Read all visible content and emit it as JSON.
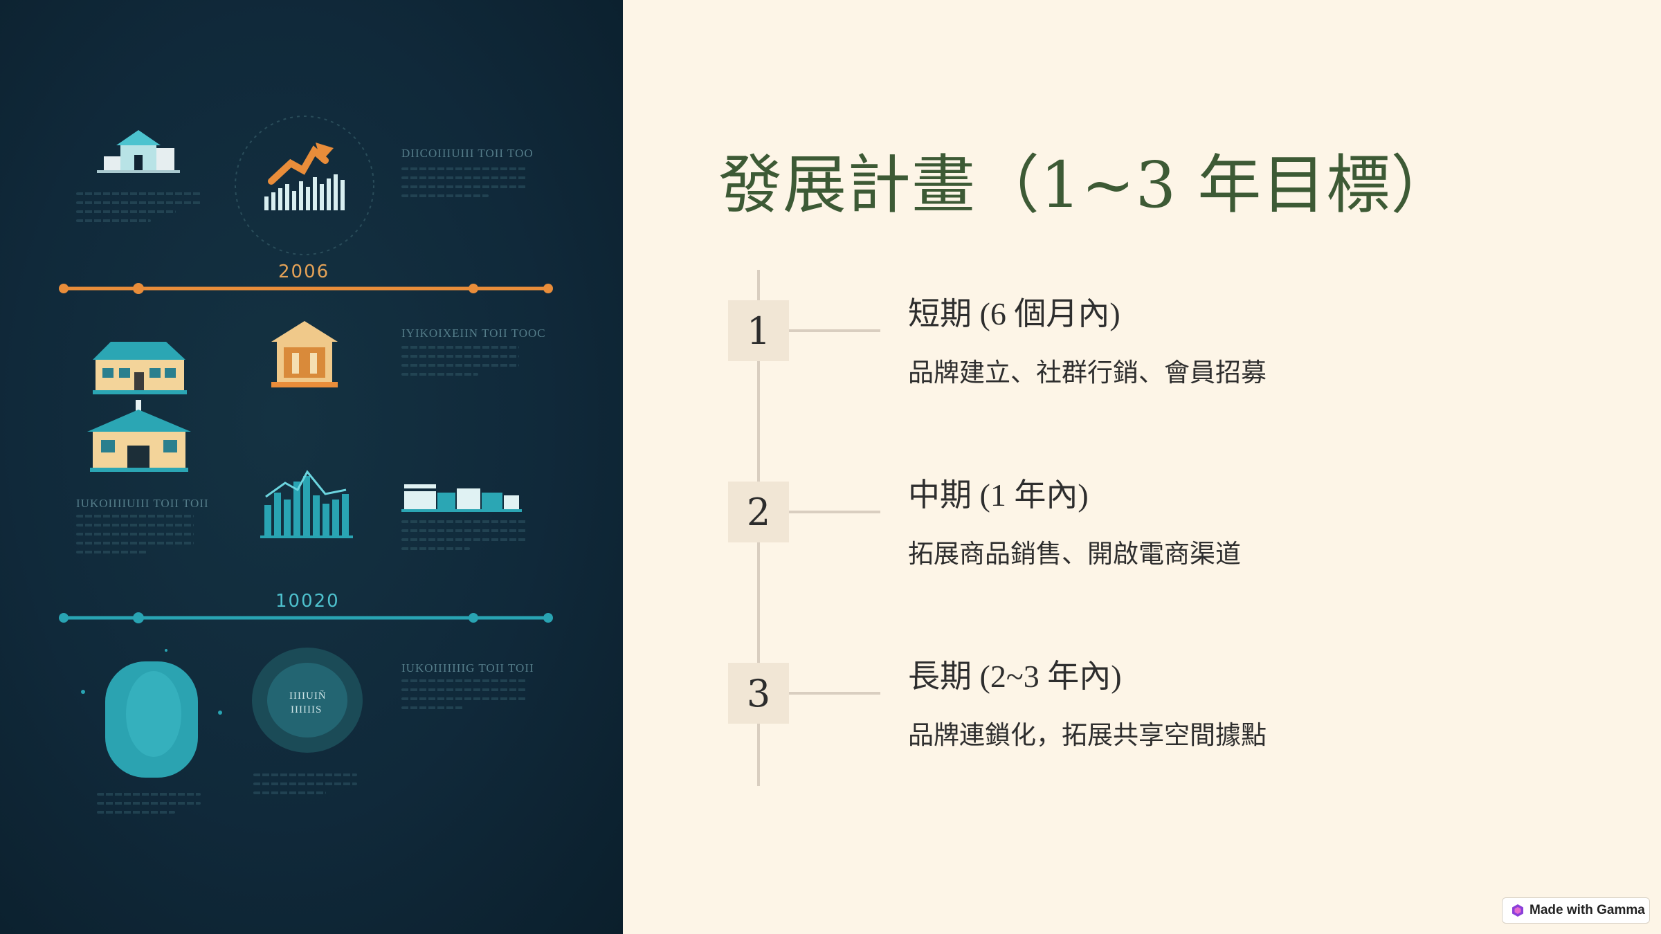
{
  "illustration": {
    "year_labels": [
      "2006",
      "10020"
    ],
    "pseudo_labels": [
      "DIICOIIIUIII TOII TOO",
      "IYIKOIXEIIN TOII TOOC",
      "IUKOIIIIUIII TOII TOII",
      "IUKOIIIIIIIG TOII TOII"
    ],
    "monitor_text": [
      "IIIIUIÑ",
      "IIIIIIS"
    ],
    "colors": {
      "orange": "#e98d3a",
      "teal": "#29a4b3",
      "background": "#10293a"
    }
  },
  "slide": {
    "title": "發展計畫（1~3 年目標）",
    "steps": [
      {
        "number": "1",
        "title": "短期 (6 個月內)",
        "description": "品牌建立、社群行銷、會員招募"
      },
      {
        "number": "2",
        "title": "中期 (1 年內)",
        "description": "拓展商品銷售、開啟電商渠道"
      },
      {
        "number": "3",
        "title": "長期 (2~3 年內)",
        "description": "品牌連鎖化，拓展共享空間據點"
      }
    ],
    "colors": {
      "title": "#3d5a35",
      "background": "#fdf5e7",
      "step_box": "#f1e6d5",
      "line": "#d9cec0"
    }
  },
  "badge": {
    "label": "Made with Gamma",
    "icon": "gamma-logo-icon"
  }
}
